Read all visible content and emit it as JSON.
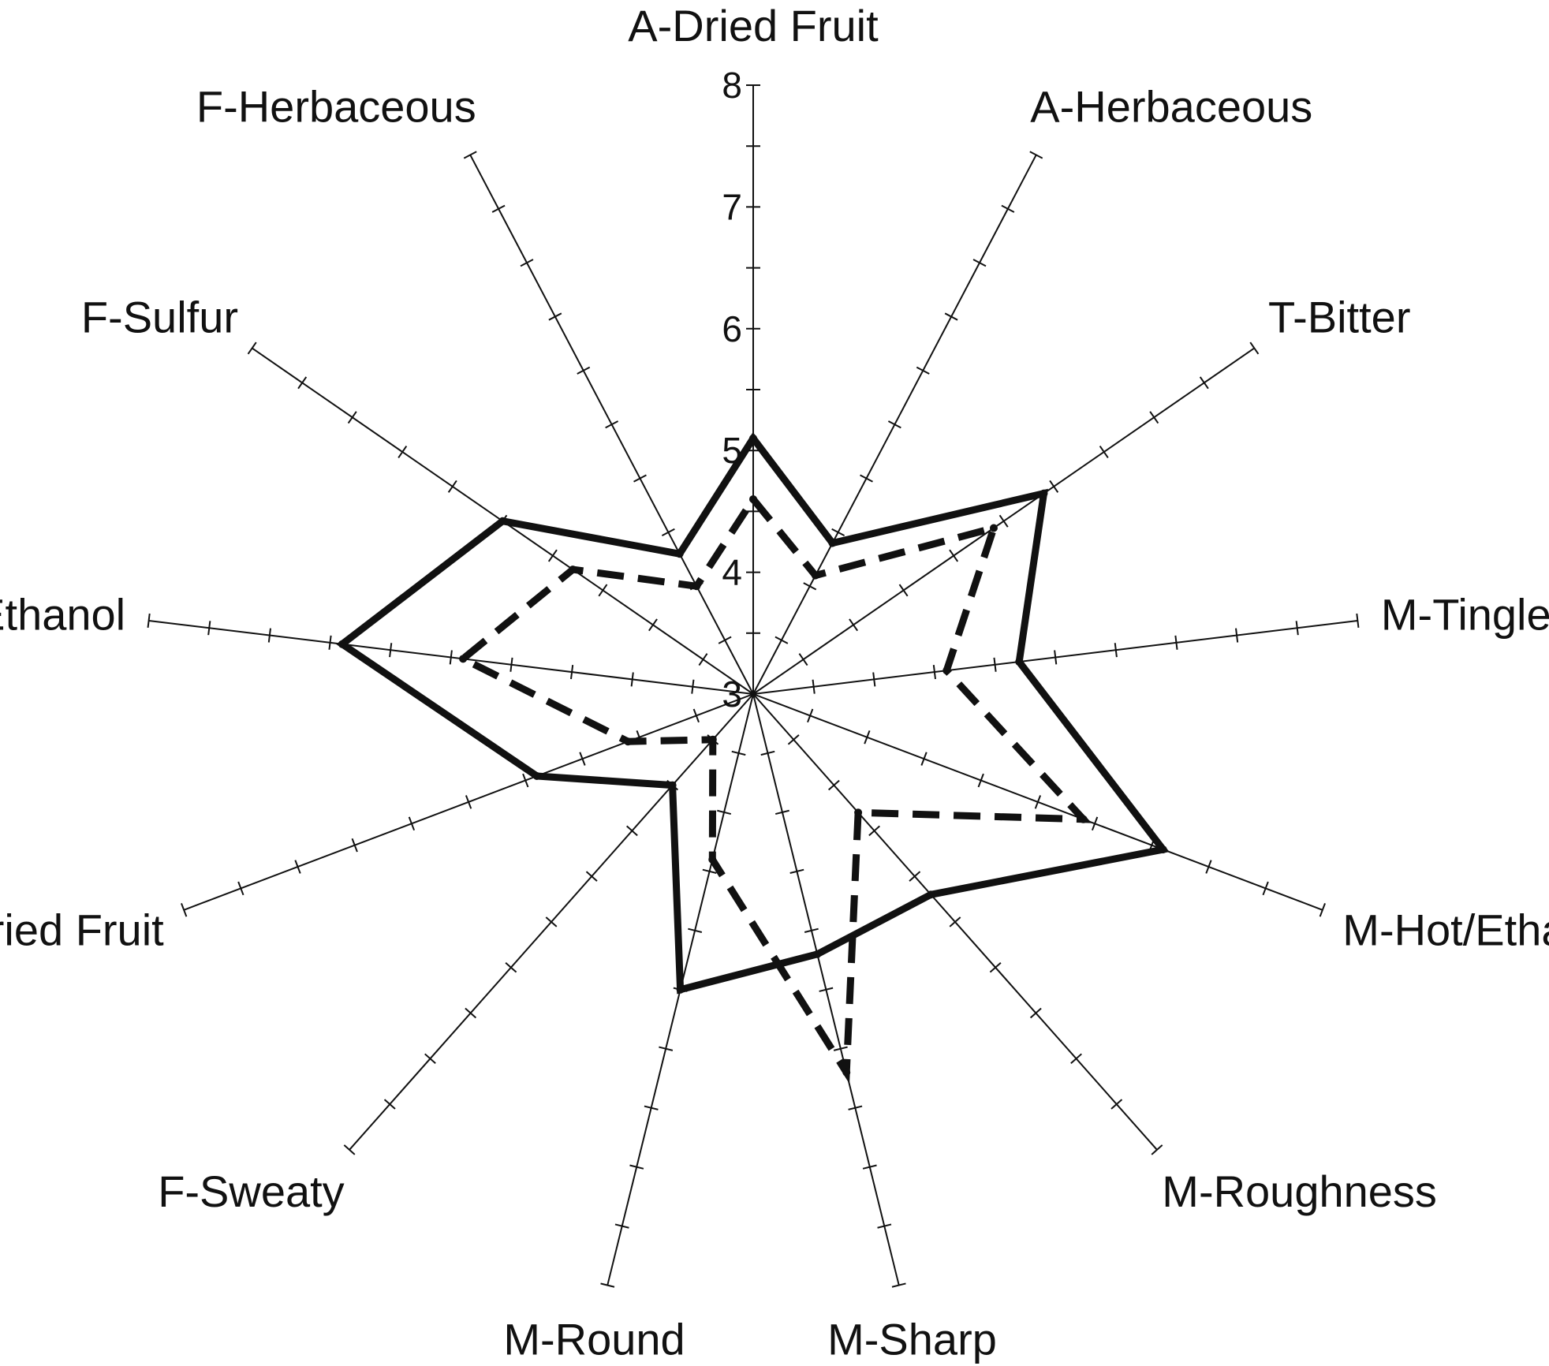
{
  "chart_data": {
    "type": "radar",
    "categories": [
      "A-Dried Fruit",
      "A-Herbaceous",
      "T-Bitter",
      "M-Tingle",
      "M-Hot/Ethanol",
      "M-Roughness",
      "M-Sharp",
      "M-Round",
      "F-Sweaty",
      "F-Dried Fruit",
      "F-Ethanol",
      "F-Sulfur",
      "F-Herbaceous"
    ],
    "rlim": [
      3,
      8
    ],
    "ticks": [
      3,
      4,
      5,
      6,
      7,
      8
    ],
    "minor_tick_step": 0.5,
    "grid": false,
    "legend": "none",
    "series": [
      {
        "style": "solid",
        "color": "#111111",
        "values": [
          5.1,
          4.4,
          5.9,
          5.2,
          6.6,
          5.2,
          5.2,
          5.5,
          4.0,
          4.9,
          6.4,
          5.5,
          4.3
        ]
      },
      {
        "style": "dashed",
        "color": "#111111",
        "values": [
          4.6,
          4.1,
          5.4,
          4.6,
          5.9,
          4.3,
          6.2,
          4.4,
          3.5,
          4.1,
          5.4,
          4.8,
          4.0
        ]
      }
    ]
  }
}
